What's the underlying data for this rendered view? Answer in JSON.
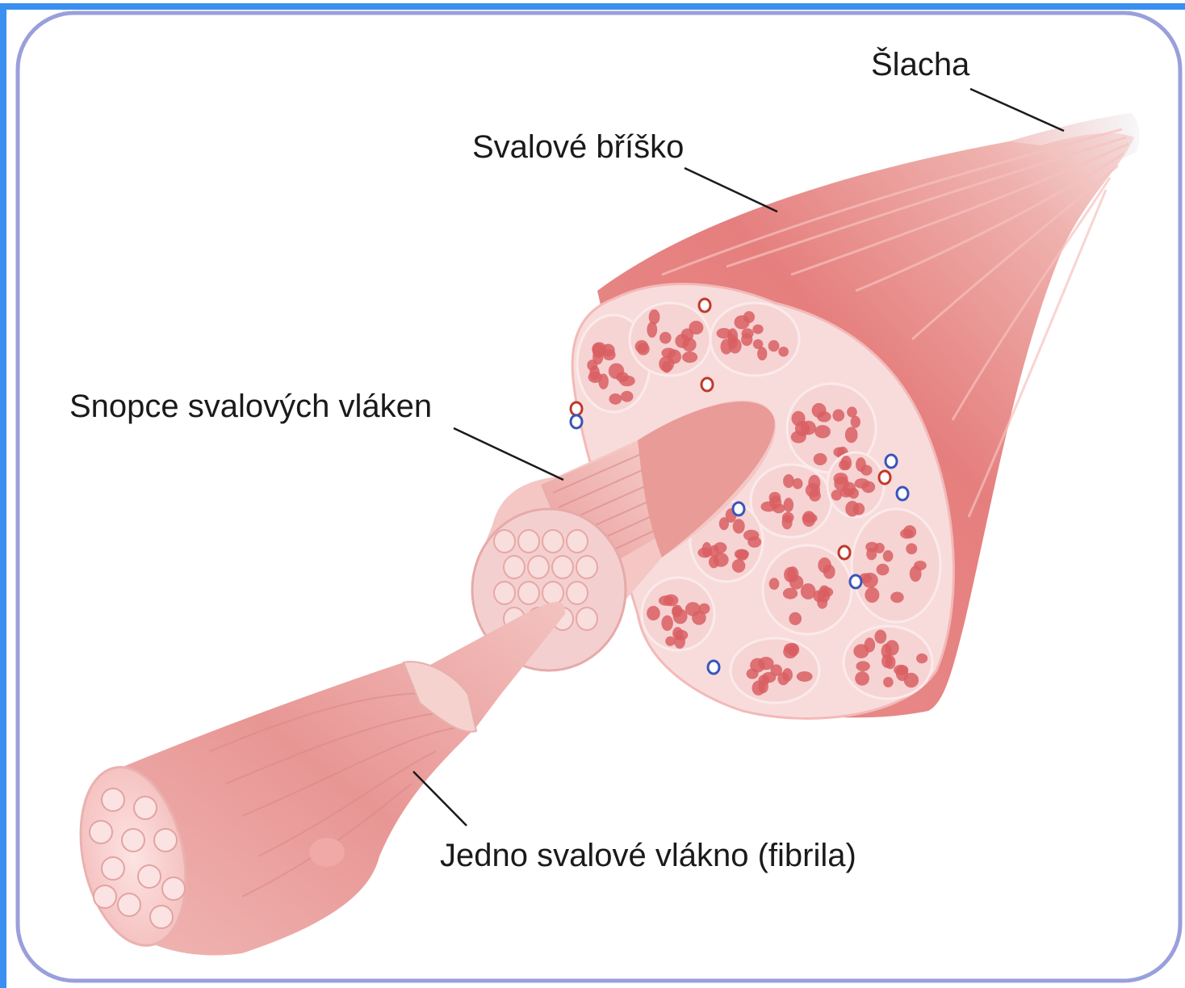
{
  "labels": {
    "tendon": "Šlacha",
    "muscle_belly": "Svalové bříško",
    "fascicle": "Snopce svalových vláken",
    "single_fiber": "Jedno svalové vlákno (fibrila)"
  },
  "colors": {
    "frame_outer": "#3b8ff0",
    "frame_inner": "#9a9fdc",
    "muscle": "#e27c7c",
    "muscle_light": "#f1b3b0",
    "connective_tissue": "#f8dcdc",
    "fiber_fill": "#d95f63",
    "vessel_red": "#c0392b",
    "vessel_blue": "#3a55b8"
  }
}
